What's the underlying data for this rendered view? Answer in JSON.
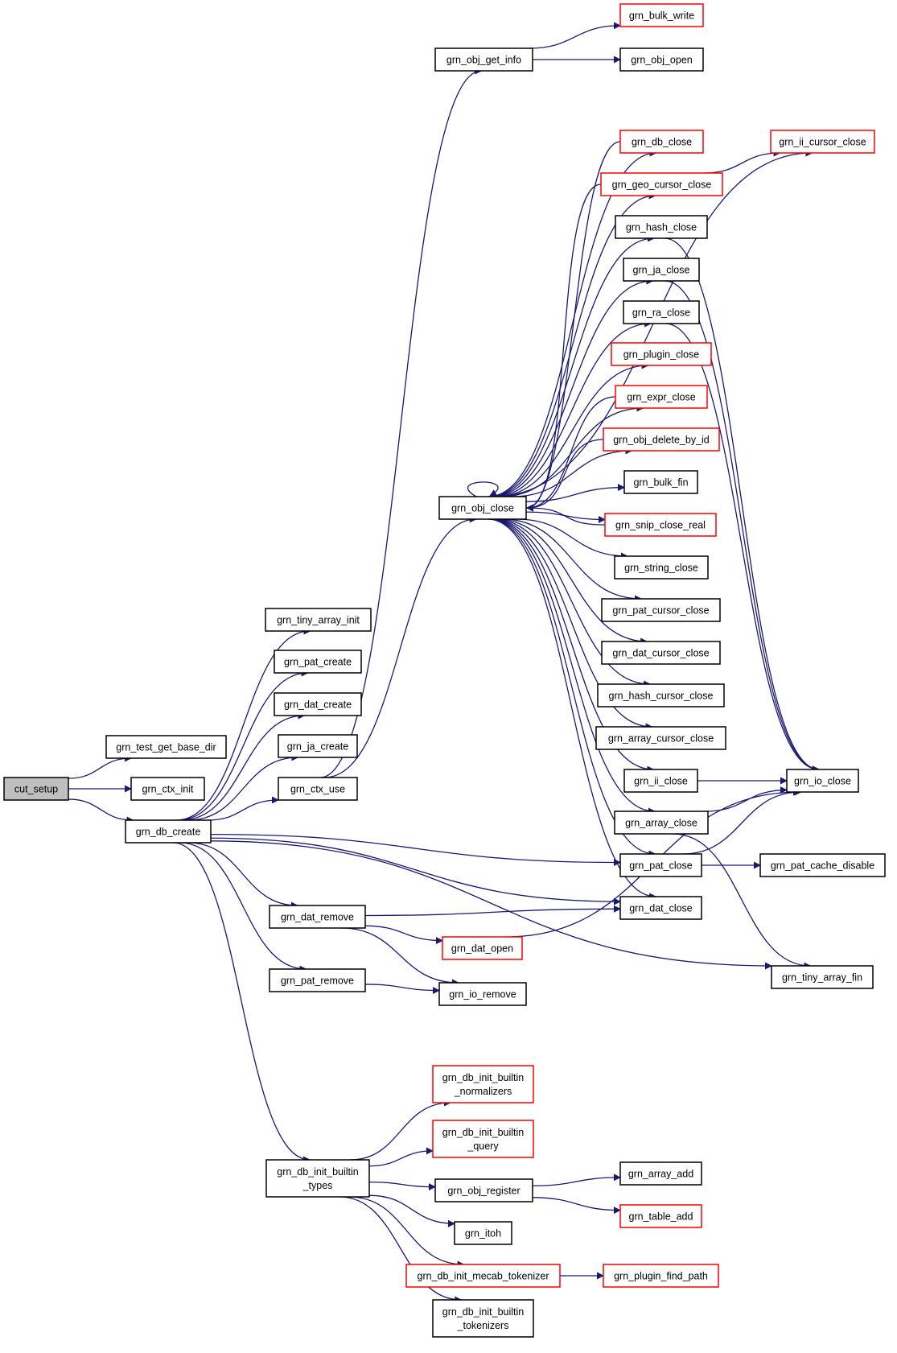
{
  "graph": {
    "nodes": [
      {
        "id": "cut_setup",
        "label": [
          "cut_setup"
        ],
        "style": "root"
      },
      {
        "id": "test_base",
        "label": [
          "grn_test_get_base_dir"
        ],
        "style": "normal"
      },
      {
        "id": "ctx_init",
        "label": [
          "grn_ctx_init"
        ],
        "style": "normal"
      },
      {
        "id": "db_create",
        "label": [
          "grn_db_create"
        ],
        "style": "normal"
      },
      {
        "id": "tiny_arr_init",
        "label": [
          "grn_tiny_array_init"
        ],
        "style": "normal"
      },
      {
        "id": "pat_create",
        "label": [
          "grn_pat_create"
        ],
        "style": "normal"
      },
      {
        "id": "dat_create",
        "label": [
          "grn_dat_create"
        ],
        "style": "normal"
      },
      {
        "id": "ja_create",
        "label": [
          "grn_ja_create"
        ],
        "style": "normal"
      },
      {
        "id": "ctx_use",
        "label": [
          "grn_ctx_use"
        ],
        "style": "normal"
      },
      {
        "id": "dat_remove",
        "label": [
          "grn_dat_remove"
        ],
        "style": "normal"
      },
      {
        "id": "pat_remove",
        "label": [
          "grn_pat_remove"
        ],
        "style": "normal"
      },
      {
        "id": "init_types",
        "label": [
          "grn_db_init_builtin",
          "_types"
        ],
        "style": "normal"
      },
      {
        "id": "obj_get_info",
        "label": [
          "grn_obj_get_info"
        ],
        "style": "normal"
      },
      {
        "id": "obj_close",
        "label": [
          "grn_obj_close"
        ],
        "style": "normal"
      },
      {
        "id": "dat_open",
        "label": [
          "grn_dat_open"
        ],
        "style": "trunc"
      },
      {
        "id": "io_remove",
        "label": [
          "grn_io_remove"
        ],
        "style": "normal"
      },
      {
        "id": "init_norm",
        "label": [
          "grn_db_init_builtin",
          "_normalizers"
        ],
        "style": "trunc"
      },
      {
        "id": "init_query",
        "label": [
          "grn_db_init_builtin",
          "_query"
        ],
        "style": "trunc"
      },
      {
        "id": "obj_register",
        "label": [
          "grn_obj_register"
        ],
        "style": "normal"
      },
      {
        "id": "itoh",
        "label": [
          "grn_itoh"
        ],
        "style": "normal"
      },
      {
        "id": "mecab",
        "label": [
          "grn_db_init_mecab_tokenizer"
        ],
        "style": "trunc"
      },
      {
        "id": "init_tok",
        "label": [
          "grn_db_init_builtin",
          "_tokenizers"
        ],
        "style": "normal"
      },
      {
        "id": "bulk_write",
        "label": [
          "grn_bulk_write"
        ],
        "style": "trunc"
      },
      {
        "id": "obj_open",
        "label": [
          "grn_obj_open"
        ],
        "style": "normal"
      },
      {
        "id": "db_close",
        "label": [
          "grn_db_close"
        ],
        "style": "trunc"
      },
      {
        "id": "geo_close",
        "label": [
          "grn_geo_cursor_close"
        ],
        "style": "trunc"
      },
      {
        "id": "hash_close",
        "label": [
          "grn_hash_close"
        ],
        "style": "normal"
      },
      {
        "id": "ja_close",
        "label": [
          "grn_ja_close"
        ],
        "style": "normal"
      },
      {
        "id": "ra_close",
        "label": [
          "grn_ra_close"
        ],
        "style": "normal"
      },
      {
        "id": "plugin_close",
        "label": [
          "grn_plugin_close"
        ],
        "style": "trunc"
      },
      {
        "id": "expr_close",
        "label": [
          "grn_expr_close"
        ],
        "style": "trunc"
      },
      {
        "id": "obj_del",
        "label": [
          "grn_obj_delete_by_id"
        ],
        "style": "trunc"
      },
      {
        "id": "bulk_fin",
        "label": [
          "grn_bulk_fin"
        ],
        "style": "normal"
      },
      {
        "id": "snip_close",
        "label": [
          "grn_snip_close_real"
        ],
        "style": "trunc"
      },
      {
        "id": "string_close",
        "label": [
          "grn_string_close"
        ],
        "style": "normal"
      },
      {
        "id": "pat_cur_close",
        "label": [
          "grn_pat_cursor_close"
        ],
        "style": "normal"
      },
      {
        "id": "dat_cur_close",
        "label": [
          "grn_dat_cursor_close"
        ],
        "style": "normal"
      },
      {
        "id": "hash_cur_close",
        "label": [
          "grn_hash_cursor_close"
        ],
        "style": "normal"
      },
      {
        "id": "arr_cur_close",
        "label": [
          "grn_array_cursor_close"
        ],
        "style": "normal"
      },
      {
        "id": "ii_close",
        "label": [
          "grn_ii_close"
        ],
        "style": "normal"
      },
      {
        "id": "array_close",
        "label": [
          "grn_array_close"
        ],
        "style": "normal"
      },
      {
        "id": "pat_close",
        "label": [
          "grn_pat_close"
        ],
        "style": "normal"
      },
      {
        "id": "dat_close",
        "label": [
          "grn_dat_close"
        ],
        "style": "normal"
      },
      {
        "id": "array_add",
        "label": [
          "grn_array_add"
        ],
        "style": "normal"
      },
      {
        "id": "table_add",
        "label": [
          "grn_table_add"
        ],
        "style": "trunc"
      },
      {
        "id": "plugin_find",
        "label": [
          "grn_plugin_find_path"
        ],
        "style": "trunc"
      },
      {
        "id": "ii_cur_close",
        "label": [
          "grn_ii_cursor_close"
        ],
        "style": "trunc"
      },
      {
        "id": "io_close",
        "label": [
          "grn_io_close"
        ],
        "style": "normal"
      },
      {
        "id": "pat_cache",
        "label": [
          "grn_pat_cache_disable"
        ],
        "style": "normal"
      },
      {
        "id": "tiny_arr_fin",
        "label": [
          "grn_tiny_array_fin"
        ],
        "style": "normal"
      }
    ],
    "edges": [
      [
        "cut_setup",
        "test_base"
      ],
      [
        "cut_setup",
        "ctx_init"
      ],
      [
        "cut_setup",
        "db_create"
      ],
      [
        "db_create",
        "tiny_arr_init"
      ],
      [
        "db_create",
        "pat_create"
      ],
      [
        "db_create",
        "dat_create"
      ],
      [
        "db_create",
        "ja_create"
      ],
      [
        "db_create",
        "ctx_use"
      ],
      [
        "db_create",
        "pat_close"
      ],
      [
        "db_create",
        "dat_close"
      ],
      [
        "db_create",
        "dat_remove"
      ],
      [
        "db_create",
        "pat_remove"
      ],
      [
        "db_create",
        "tiny_arr_fin"
      ],
      [
        "db_create",
        "init_types"
      ],
      [
        "ctx_use",
        "obj_get_info"
      ],
      [
        "ctx_use",
        "obj_close"
      ],
      [
        "obj_get_info",
        "bulk_write"
      ],
      [
        "obj_get_info",
        "obj_open"
      ],
      [
        "obj_close",
        "obj_close"
      ],
      [
        "obj_close",
        "ii_cur_close"
      ],
      [
        "obj_close",
        "db_close"
      ],
      [
        "obj_close",
        "geo_close"
      ],
      [
        "obj_close",
        "hash_close"
      ],
      [
        "obj_close",
        "ja_close"
      ],
      [
        "obj_close",
        "ra_close"
      ],
      [
        "obj_close",
        "plugin_close"
      ],
      [
        "obj_close",
        "expr_close"
      ],
      [
        "obj_close",
        "obj_del"
      ],
      [
        "obj_close",
        "bulk_fin"
      ],
      [
        "obj_close",
        "snip_close"
      ],
      [
        "obj_close",
        "string_close"
      ],
      [
        "obj_close",
        "pat_cur_close"
      ],
      [
        "obj_close",
        "dat_cur_close"
      ],
      [
        "obj_close",
        "hash_cur_close"
      ],
      [
        "obj_close",
        "arr_cur_close"
      ],
      [
        "obj_close",
        "ii_close"
      ],
      [
        "obj_close",
        "array_close"
      ],
      [
        "obj_close",
        "pat_close"
      ],
      [
        "obj_close",
        "dat_close"
      ],
      [
        "db_close",
        "obj_close"
      ],
      [
        "geo_close",
        "obj_close"
      ],
      [
        "expr_close",
        "obj_close"
      ],
      [
        "obj_del",
        "obj_close"
      ],
      [
        "snip_close",
        "obj_close"
      ],
      [
        "geo_close",
        "ii_cur_close"
      ],
      [
        "hash_close",
        "io_close"
      ],
      [
        "ja_close",
        "io_close"
      ],
      [
        "ra_close",
        "io_close"
      ],
      [
        "ii_close",
        "io_close"
      ],
      [
        "array_close",
        "io_close"
      ],
      [
        "pat_close",
        "io_close"
      ],
      [
        "dat_open",
        "io_close"
      ],
      [
        "array_close",
        "tiny_arr_fin"
      ],
      [
        "pat_close",
        "pat_cache"
      ],
      [
        "dat_remove",
        "dat_close"
      ],
      [
        "dat_remove",
        "dat_open"
      ],
      [
        "dat_remove",
        "io_remove"
      ],
      [
        "pat_remove",
        "io_remove"
      ],
      [
        "init_types",
        "init_norm"
      ],
      [
        "init_types",
        "init_query"
      ],
      [
        "init_types",
        "obj_register"
      ],
      [
        "init_types",
        "itoh"
      ],
      [
        "init_types",
        "mecab"
      ],
      [
        "init_types",
        "init_tok"
      ],
      [
        "obj_register",
        "array_add"
      ],
      [
        "obj_register",
        "table_add"
      ],
      [
        "mecab",
        "plugin_find"
      ]
    ]
  }
}
